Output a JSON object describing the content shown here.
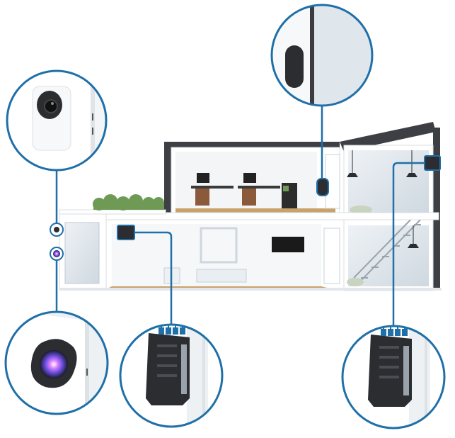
{
  "colors": {
    "accent": "#1f6fa8",
    "wall": "#ffffff",
    "wall_shadow": "#d9dde2",
    "brick": "#3d3f45",
    "floor": "#c9a26a",
    "glass": "#dfe6ec",
    "device_dark": "#2b2d31",
    "foliage": "#6f9a55"
  },
  "callouts": [
    {
      "id": "door-camera",
      "icon": "doorbell-camera-icon"
    },
    {
      "id": "sensor",
      "icon": "door-sensor-icon"
    },
    {
      "id": "reader",
      "icon": "access-reader-icon"
    },
    {
      "id": "hub-left",
      "icon": "access-hub-icon"
    },
    {
      "id": "hub-right",
      "icon": "access-hub-icon"
    }
  ]
}
